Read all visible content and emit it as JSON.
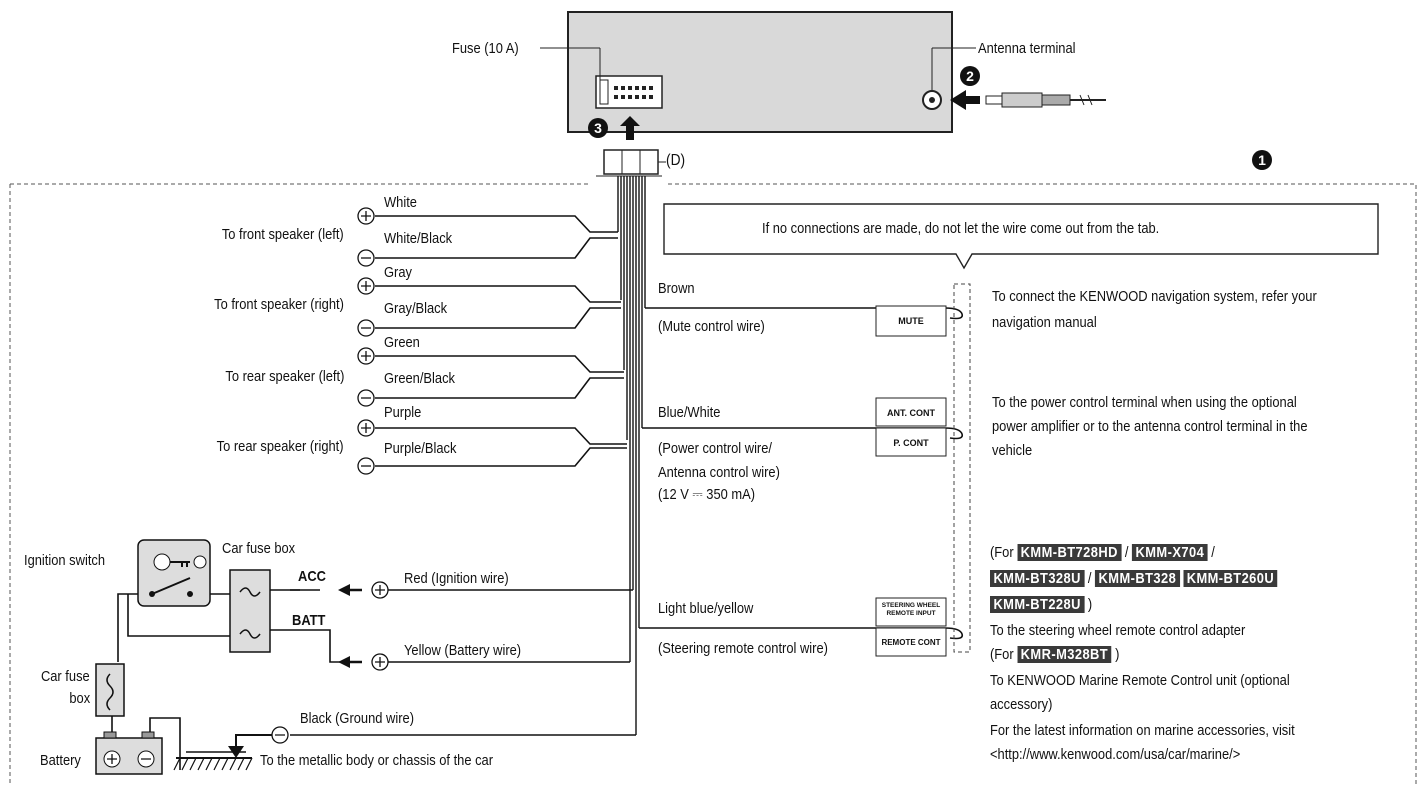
{
  "top": {
    "fuse_label": "Fuse (10 A)",
    "antenna_label": "Antenna terminal",
    "connector_label": "(D)",
    "step_markers": [
      "❷",
      "❸",
      "❶"
    ]
  },
  "speakers": [
    {
      "target": "To front speaker (left)",
      "plus": "White",
      "minus": "White/Black"
    },
    {
      "target": "To front speaker (right)",
      "plus": "Gray",
      "minus": "Gray/Black"
    },
    {
      "target": "To rear speaker (left)",
      "plus": "Green",
      "minus": "Green/Black"
    },
    {
      "target": "To rear speaker (right)",
      "plus": "Purple",
      "minus": "Purple/Black"
    }
  ],
  "note_box": "If no connections are made, do not let the wire come out from the tab.",
  "mute": {
    "wire": "Brown",
    "desc": "(Mute control wire)",
    "tab": "MUTE",
    "info": [
      "To connect the KENWOOD navigation system, refer your",
      "navigation manual"
    ]
  },
  "power": {
    "wire": "Blue/White",
    "desc": [
      "(Power control wire/",
      "Antenna control wire)",
      "(12 V ⎓ 350 mA)"
    ],
    "tab_top": "ANT. CONT",
    "tab_bottom": "P. CONT",
    "info": [
      "To the power control terminal when using the optional",
      "power amplifier or to the antenna control terminal in the",
      "vehicle"
    ]
  },
  "steering": {
    "wire": "Light blue/yellow",
    "desc": "(Steering remote control wire)",
    "tab_top": "STEERING WHEEL REMOTE INPUT",
    "tab_bottom": "REMOTE CONT",
    "info": {
      "for_prefix": "(For",
      "models_line1": [
        "KMM-BT728HD",
        "KMM-X704"
      ],
      "models_line2": [
        "KMM-BT328U",
        "KMM-BT328",
        "KMM-BT260U"
      ],
      "models_line3": [
        "KMM-BT228U"
      ],
      "close": ")",
      "slash": "/",
      "adapter": "To the steering wheel remote control adapter",
      "for_marine_prefix": "(For",
      "marine_model": "KMR-M328BT",
      "marine_lines": [
        "To KENWOOD Marine Remote Control unit (optional",
        "accessory)",
        "For the latest information on marine accessories, visit",
        "<http://www.kenwood.com/usa/car/marine/>"
      ]
    }
  },
  "power_supply": {
    "ignition_switch": "Ignition switch",
    "car_fuse_box_top": "Car fuse box",
    "acc": "ACC",
    "batt": "BATT",
    "red": "Red (Ignition wire)",
    "yellow": "Yellow (Battery wire)",
    "car_fuse_box_left": [
      "Car fuse",
      "box"
    ],
    "battery": "Battery",
    "black": "Black (Ground wire)",
    "ground": "To the metallic body or chassis of the car"
  }
}
